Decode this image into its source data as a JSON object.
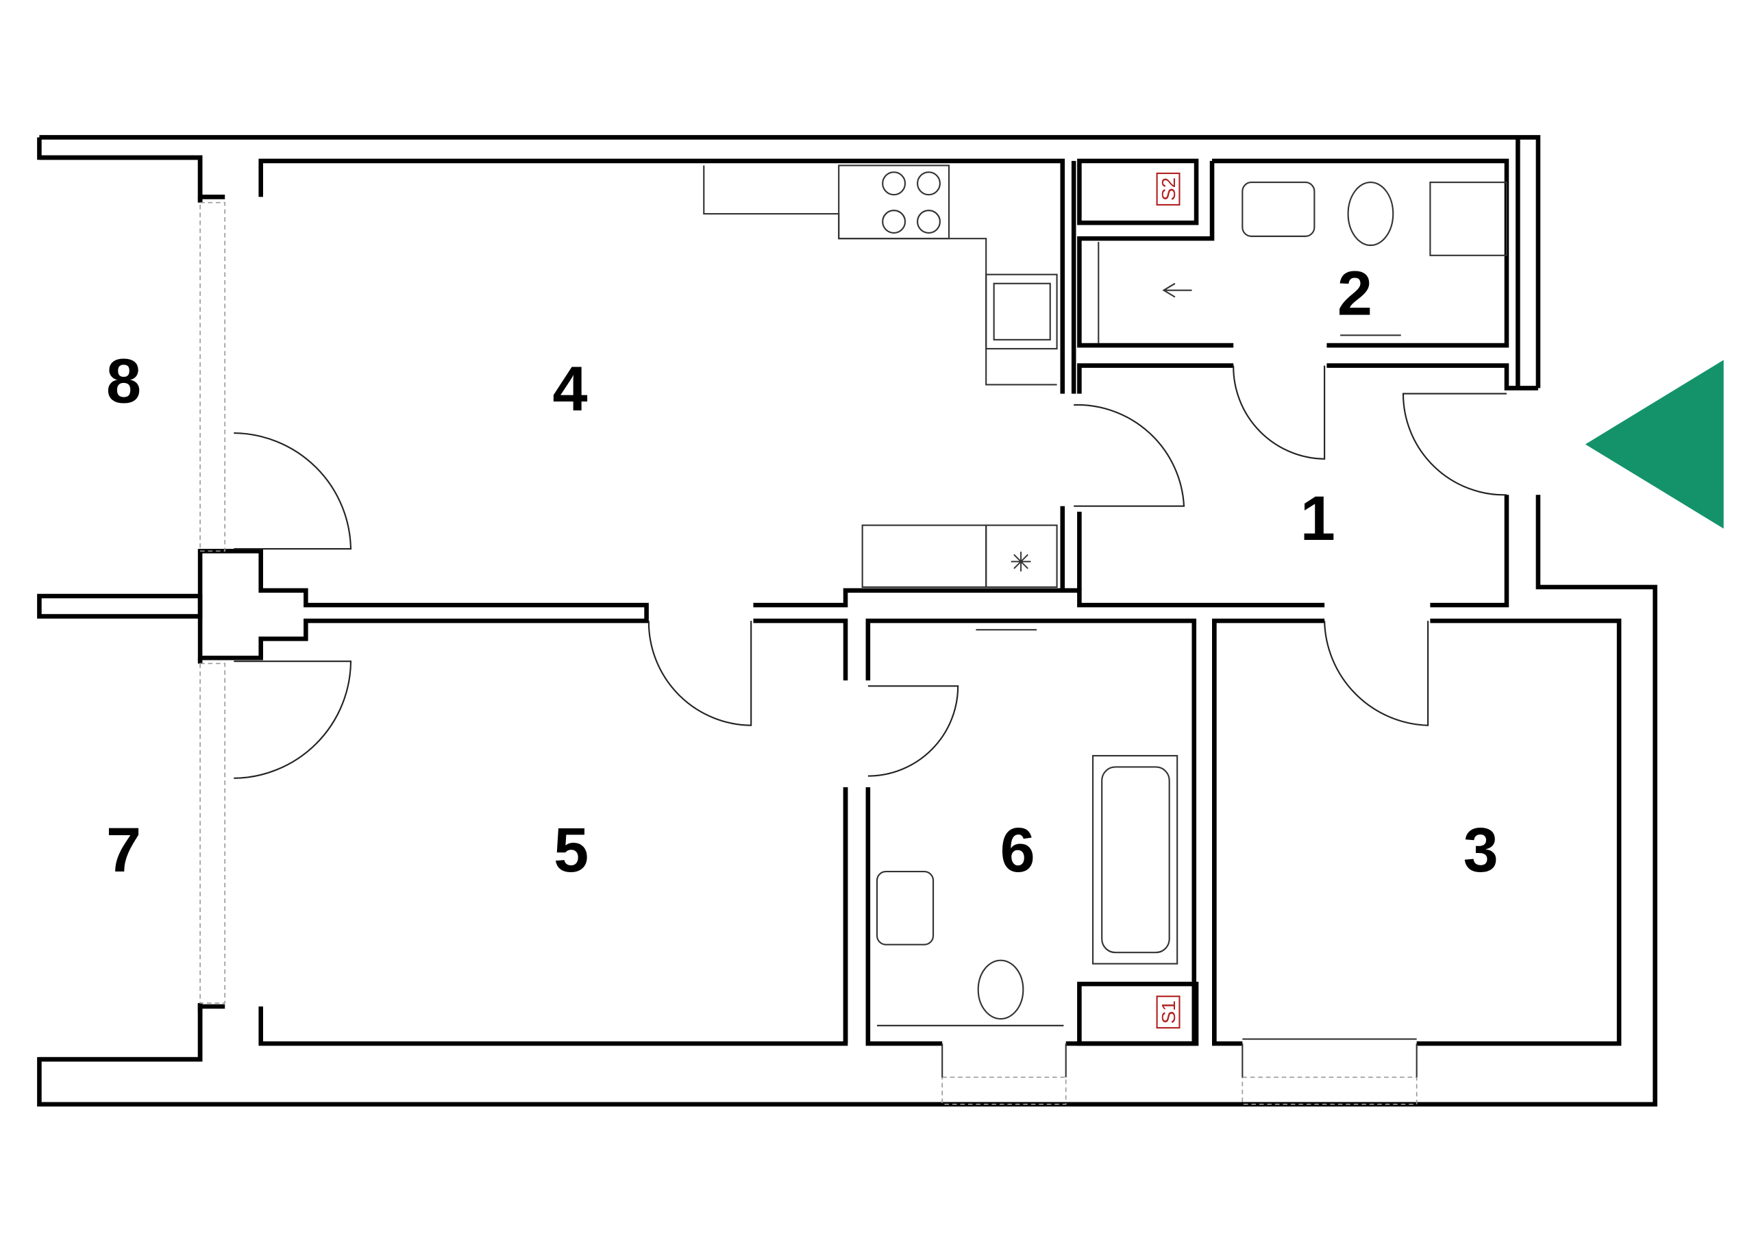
{
  "rooms": [
    {
      "id": "1"
    },
    {
      "id": "2"
    },
    {
      "id": "3"
    },
    {
      "id": "4"
    },
    {
      "id": "5"
    },
    {
      "id": "6"
    },
    {
      "id": "7"
    },
    {
      "id": "8"
    }
  ],
  "shafts": {
    "s1": "S1",
    "s2": "S2"
  },
  "entrance_marker": {
    "icon": "triangle-left",
    "color": "#14936A"
  }
}
